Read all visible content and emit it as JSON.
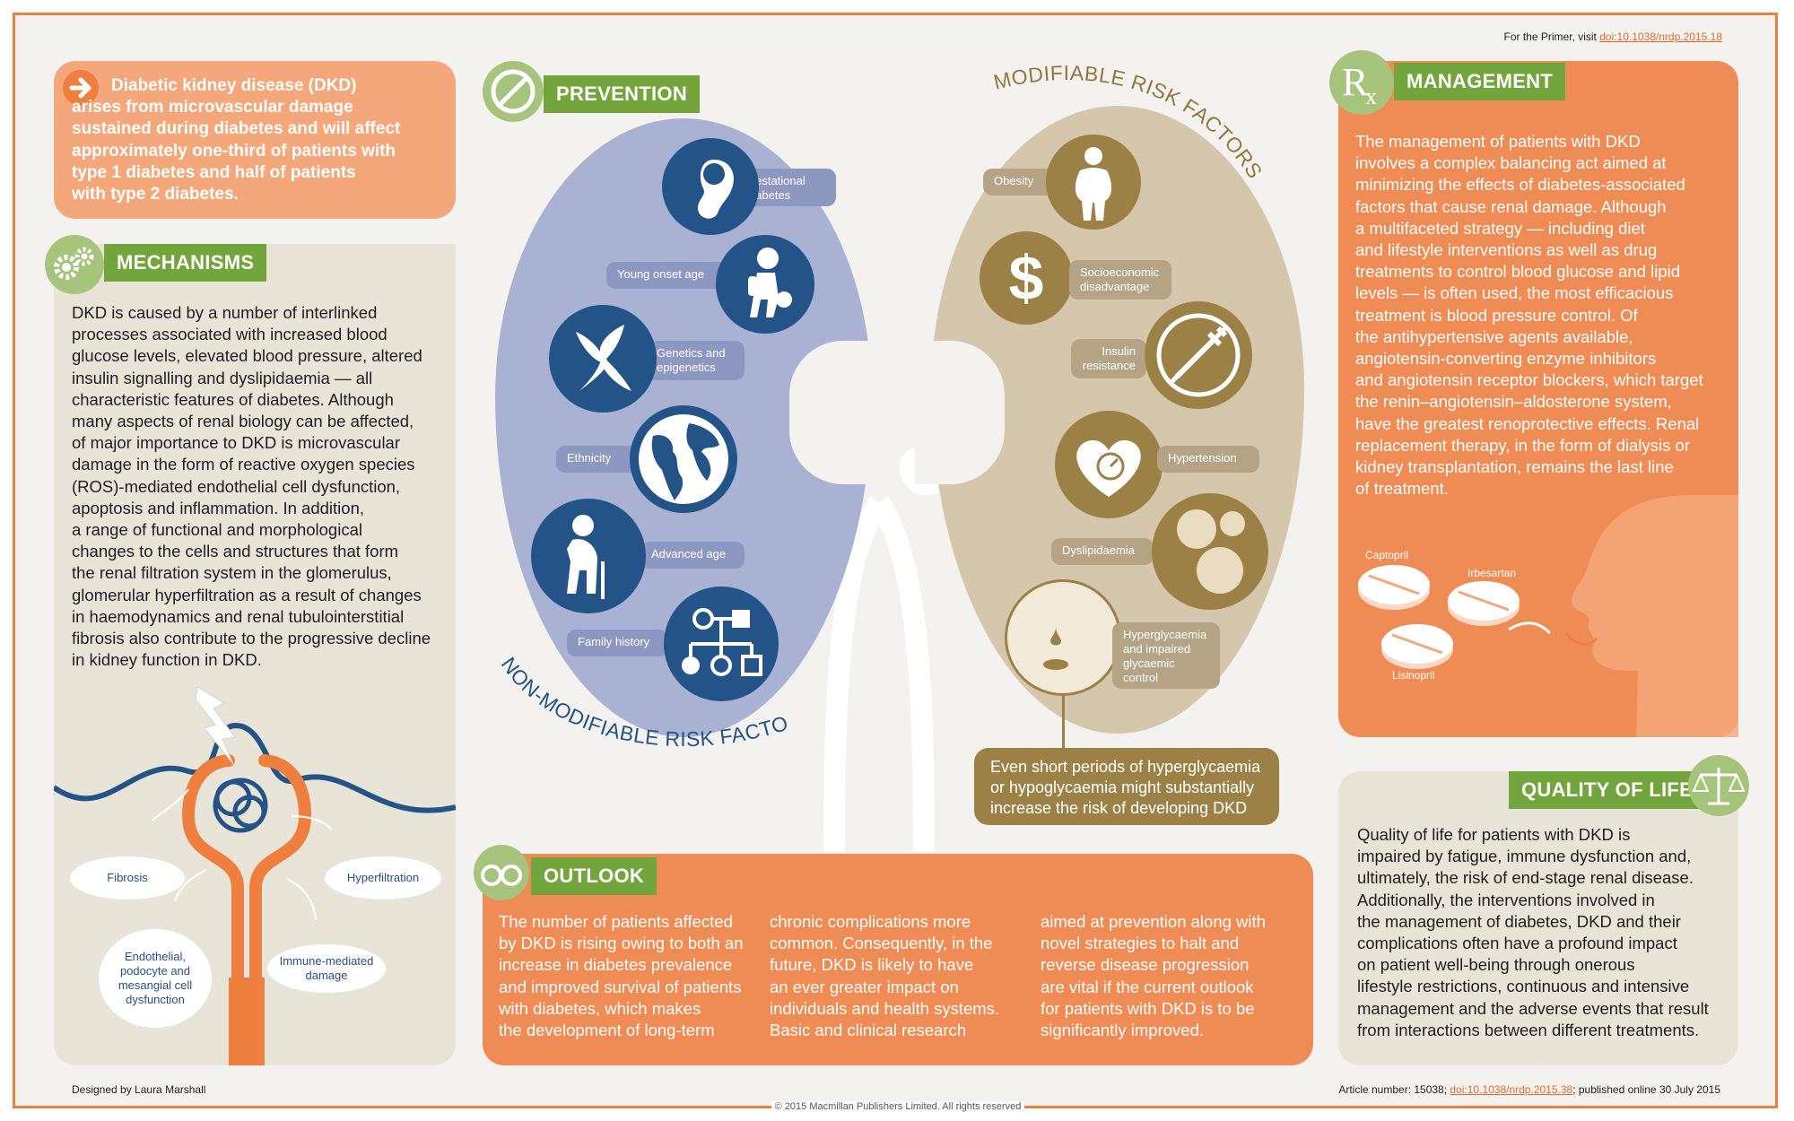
{
  "header": {
    "primer_prefix": "For the Primer, visit ",
    "primer_link": "doi:10.1038/nrdp.2015.18"
  },
  "intro": {
    "text": "Diabetic kidney disease (DKD)\narises from microvascular damage\nsustained during diabetes and will affect\napproximately one-third of patients with\ntype 1 diabetes and half of patients\nwith type 2 diabetes."
  },
  "mechanisms": {
    "title": "MECHANISMS",
    "text": "DKD is caused by a number of interlinked\nprocesses associated with increased blood\nglucose levels, elevated blood pressure, altered\ninsulin signalling and dyslipidaemia — all\ncharacteristic features of diabetes. Although\nmany aspects of renal biology can be affected,\nof major importance to DKD is microvascular\ndamage in the form of reactive oxygen species\n(ROS)-mediated endothelial cell dysfunction,\napoptosis and inflammation. In addition,\na range of functional and morphological\nchanges to the cells and structures that form\nthe renal filtration system in the glomerulus,\nglomerular hyperfiltration as a result of changes\nin haemodynamics and renal tubulointerstitial\nfibrosis also contribute to the progressive decline\nin kidney function in DKD.",
    "outcomes": [
      "Fibrosis",
      "Hyperfiltration",
      "Endothelial,\npodocyte and\nmesangial cell\ndysfunction",
      "Immune-mediated\ndamage"
    ]
  },
  "prevention": {
    "title": "PREVENTION",
    "non_modifiable_label": "NON-MODIFIABLE RISK FACTORS",
    "non_modifiable": [
      "Gestational\ndiabetes",
      "Young onset age",
      "Genetics and\nepigenetics",
      "Ethnicity",
      "Advanced age",
      "Family history"
    ],
    "modifiable_label": "MODIFIABLE RISK FACTORS",
    "modifiable": [
      "Obesity",
      "Socioeconomic\ndisadvantage",
      "Insulin\nresistance",
      "Hypertension",
      "Dyslipidaemia",
      "Hyperglycaemia\nand impaired\nglycaemic\ncontrol"
    ],
    "callout": "Even short periods of hyperglycaemia\nor hypoglycaemia might substantially\nincrease the risk of developing DKD"
  },
  "management": {
    "title": "MANAGEMENT",
    "text": "The management of patients with DKD\ninvolves a complex balancing act aimed at\nminimizing the effects of diabetes-associated\nfactors that cause renal damage. Although\na multifaceted strategy — including diet\nand lifestyle interventions as well as drug\ntreatments to control blood glucose and lipid\nlevels — is often used, the most efficacious\ntreatment is blood pressure control. Of\nthe antihypertensive agents available,\nangiotensin-converting enzyme inhibitors\nand angiotensin receptor blockers, which target\nthe renin–angiotensin–aldosterone system,\nhave the greatest renoprotective effects. Renal\nreplacement therapy, in the form of dialysis or\nkidney transplantation, remains the last line\nof treatment.",
    "drugs": [
      "Captopril",
      "Irbesartan",
      "Lisinopril"
    ]
  },
  "quality": {
    "title": "QUALITY OF LIFE",
    "text": "Quality of life for patients with DKD is\nimpaired by fatigue, immune dysfunction and,\nultimately, the risk of end-stage renal disease.\nAdditionally, the interventions involved in\nthe management of diabetes, DKD and their\ncomplications often have a profound impact\non patient well-being through onerous\nlifestyle restrictions, continuous and intensive\nmanagement and the adverse events that result\nfrom interactions between different treatments."
  },
  "outlook": {
    "title": "OUTLOOK",
    "col1": "The number of patients affected\nby DKD is rising owing to both an\nincrease in diabetes prevalence\nand improved survival of patients\nwith diabetes, which makes\nthe development of long-term",
    "col2": "chronic complications more\ncommon. Consequently, in the\nfuture, DKD is likely to have\nan ever greater impact on\nindividuals and health systems.\nBasic and clinical research",
    "col3": "aimed at prevention along with\nnovel strategies to halt and\nreverse disease progression\nare vital if the current outlook\nfor patients with DKD is to be\nsignificantly improved."
  },
  "footer": {
    "designer": "Designed by Laura Marshall",
    "article_prefix": "Article number: 15038; ",
    "article_link": "doi:10.1038/nrdp.2015.38",
    "article_suffix": "; published online 30 July 2015",
    "copyright": "© 2015 Macmillan Publishers Limited. All rights reserved"
  },
  "colors": {
    "orange": "#ef7f3f",
    "light_orange": "#f4a77a",
    "green": "#72a53c",
    "blue_kidney": "#a9b2d3",
    "navy": "#245387",
    "tan_kidney": "#d4c7ab",
    "tan_dark": "#9c8147",
    "cream": "#e9e4d8"
  },
  "icons": [
    "arrow-right-icon",
    "gears-icon",
    "prohibition-icon",
    "rx-icon",
    "binoculars-icon",
    "scales-icon",
    "lightning-icon",
    "fetus-icon",
    "child-icon",
    "chromosome-icon",
    "globe-icon",
    "elderly-icon",
    "pedigree-icon",
    "obese-person-icon",
    "dollar-icon",
    "syringe-prohibited-icon",
    "heart-gauge-icon",
    "lipid-droplets-icon",
    "blood-drop-icon",
    "head-profile-icon",
    "pill-icon"
  ]
}
